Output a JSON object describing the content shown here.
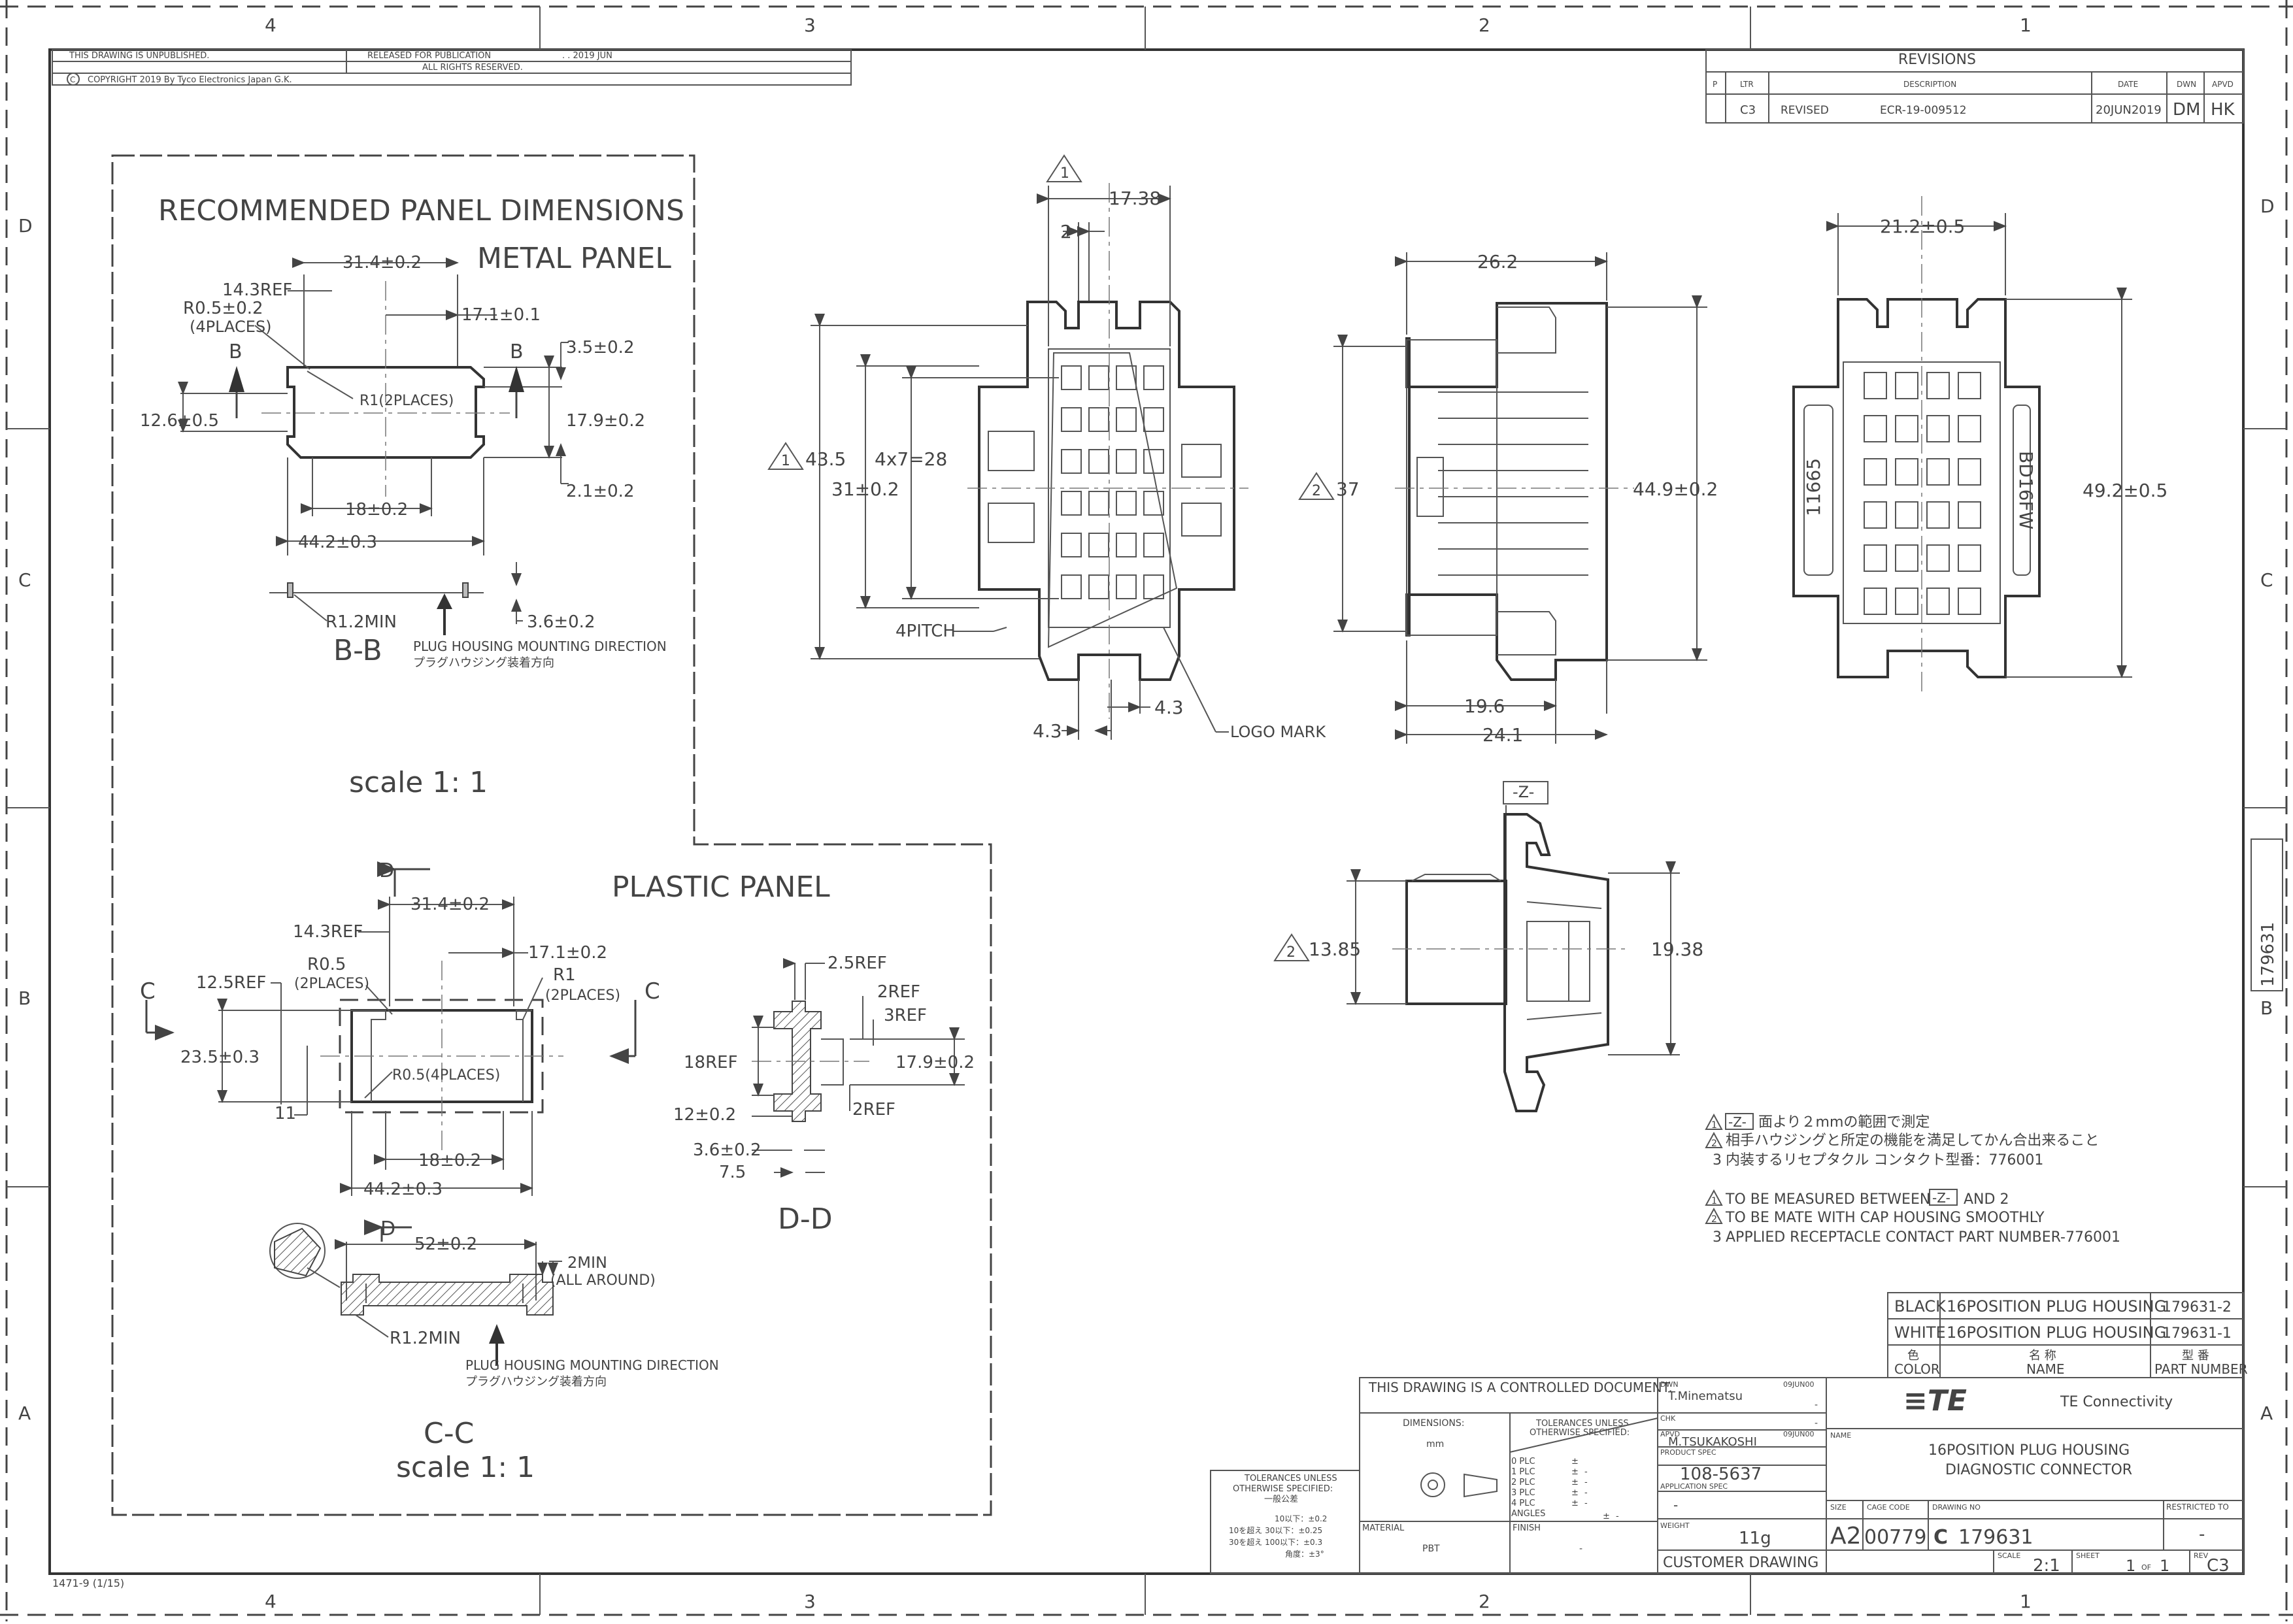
{
  "header": {
    "unpublished": "THIS DRAWING IS UNPUBLISHED.",
    "released": "RELEASED FOR PUBLICATION",
    "release_date": ".  .  2019  JUN",
    "copyright": "COPYRIGHT  2019  By Tyco Electronics Japan G.K.",
    "rights": "ALL RIGHTS RESERVED."
  },
  "zones": {
    "columns": [
      "4",
      "3",
      "2",
      "1"
    ],
    "rows": [
      "D",
      "C",
      "B",
      "A"
    ]
  },
  "revisions": {
    "title": "REVISIONS",
    "headers": [
      "P",
      "LTR",
      "DESCRIPTION",
      "DATE",
      "DWN",
      "APVD"
    ],
    "row": {
      "ltr": "C3",
      "desc1": "REVISED",
      "desc2": "ECR-19-009512",
      "date": "20JUN2019",
      "dwn": "DM",
      "apvd": "HK"
    }
  },
  "panel": {
    "title": "RECOMMENDED PANEL DIMENSIONS",
    "metal": "METAL PANEL",
    "plastic": "PLASTIC PANEL",
    "metal_dims": {
      "d_31_4": "31.4±0.2",
      "d_14_3": "14.3REF",
      "d_r05": "R0.5±0.2",
      "d_4places": "(4PLACES)",
      "d_17_1": "17.1±0.1",
      "d_3_5": "3.5±0.2",
      "d_r1": "R1(2PLACES)",
      "d_12_6": "12.6±0.5",
      "d_17_9": "17.9±0.2",
      "d_2_1": "2.1±0.2",
      "d_18": "18±0.2",
      "d_44_2": "44.2±0.3",
      "sec_b": "B",
      "d_r12": "R1.2MIN",
      "d_3_6": "3.6±0.2",
      "dir_en": "PLUG HOUSING MOUNTING DIRECTION",
      "dir_jp": "プラグハウジング装着方向",
      "section": "B-B",
      "scale": "scale 1: 1"
    },
    "plastic_dims": {
      "sec_d": "D",
      "d_31_4": "31.4±0.2",
      "d_14_3": "14.3REF",
      "d_17_1": "17.1±0.2",
      "d_12_5": "12.5REF",
      "d_r05": "R0.5",
      "d_2places": "(2PLACES)",
      "d_r1": "R1",
      "d_r1_2places": "(2PLACES)",
      "sec_c": "C",
      "d_23_5": "23.5±0.3",
      "d_r05_4": "R0.5(4PLACES)",
      "d_11": "11",
      "d_18": "18±0.2",
      "d_44_2": "44.2±0.3",
      "d_52": "52±0.2",
      "d_2min": "2MIN",
      "d_all_around": "(ALL AROUND)",
      "d_r12": "R1.2MIN",
      "dir_en": "PLUG HOUSING MOUNTING DIRECTION",
      "dir_jp": "プラグハウジング装着方向",
      "section": "C-C",
      "scale": "scale 1: 1"
    },
    "dd_dims": {
      "d_2_5": "2.5REF",
      "d_2": "2REF",
      "d_3": "3REF",
      "d_18": "18REF",
      "d_17_9": "17.9±0.2",
      "d_12": "12±0.2",
      "d_2b": "2REF",
      "d_3_6": "3.6±0.2",
      "d_7_5": "7.5",
      "section": "D-D"
    }
  },
  "front_view": {
    "flag": "1",
    "d_17_38": "17.38",
    "d_2": "2",
    "d_43_5": "43.5",
    "d_4x7": "4x7=28",
    "d_31": "31±0.2",
    "d_4pitch": "4PITCH",
    "d_4_3a": "4.3",
    "d_4_3b": "4.3",
    "logo": "LOGO MARK"
  },
  "side_view": {
    "d_26_2": "26.2",
    "flag": "2",
    "d_37": "37",
    "d_44_9": "44.9±0.2",
    "d_19_6": "19.6",
    "d_24_1": "24.1"
  },
  "rear_view": {
    "d_21_2": "21.2±0.5",
    "d_49_2": "49.2±0.5",
    "mark_left": "11665",
    "mark_right": "BD16FW"
  },
  "lower_view": {
    "datum": "-Z-",
    "flag": "2",
    "d_13_85": "13.85",
    "d_19_38": "19.38"
  },
  "notes": {
    "jp": [
      {
        "n": "1",
        "pre": "",
        "z": "-Z-",
        "text": "面より２mmの範囲で測定"
      },
      {
        "n": "2",
        "text": "相手ハウジングと所定の機能を満足してかん合出来ること"
      },
      {
        "n": "3",
        "text": "内装するリセプタクル コンタクト型番：776001"
      }
    ],
    "en": [
      {
        "n": "1",
        "pre": "TO BE MEASURED BETWEEN",
        "z": "-Z-",
        "post": "AND 2"
      },
      {
        "n": "2",
        "text": "TO BE MATE WITH CAP HOUSING SMOOTHLY"
      },
      {
        "n": "3",
        "text": "APPLIED RECEPTACLE CONTACT PART NUMBER-776001"
      }
    ]
  },
  "parts_table": {
    "rows": [
      {
        "color": "BLACK",
        "name": "16POSITION PLUG HOUSING",
        "pn": "179631-2"
      },
      {
        "color": "WHITE",
        "name": "16POSITION PLUG HOUSING",
        "pn": "179631-1"
      }
    ],
    "hdr_color_jp": "色",
    "hdr_color": "COLOR",
    "hdr_name_jp": "名 称",
    "hdr_name": "NAME",
    "hdr_pn_jp": "型 番",
    "hdr_pn": "PART NUMBER"
  },
  "title_block": {
    "controlled": "THIS DRAWING IS A CONTROLLED DOCUMENT.",
    "dimensions": "DIMENSIONS:",
    "units": "mm",
    "tol_title1": "TOLERANCES UNLESS",
    "tol_title2": "OTHERWISE SPECIFIED:",
    "plc": [
      "0 PLC",
      "1 PLC",
      "2 PLC",
      "3 PLC",
      "4 PLC",
      "ANGLES"
    ],
    "pm": "±",
    "dash": "-",
    "material_label": "MATERIAL",
    "material": "PBT",
    "finish_label": "FINISH",
    "finish": "-",
    "dwn_label": "DWN",
    "dwn": "T.Minematsu",
    "dwn_date": "09JUN00",
    "chk_label": "CHK",
    "chk": "-",
    "apvd_label": "APVD",
    "apvd": "M.TSUKAKOSHI",
    "apvd_date": "09JUN00",
    "product_spec_label": "PRODUCT SPEC",
    "product_spec": "108-5637",
    "app_spec_label": "APPLICATION SPEC",
    "app_spec": "-",
    "weight_label": "WEIGHT",
    "weight": "11g",
    "customer": "CUSTOMER DRAWING",
    "company_logo": "≡TE",
    "company": "TE Connectivity",
    "name_label": "NAME",
    "name1": "16POSITION PLUG HOUSING",
    "name2": "DIAGNOSTIC CONNECTOR",
    "size_label": "SIZE",
    "size": "A2",
    "cage_label": "CAGE CODE",
    "cage": "00779",
    "dwg_label": "DRAWING NO",
    "dwg": "179631",
    "restricted_label": "RESTRICTED TO",
    "restricted": "-",
    "scale_label": "SCALE",
    "scale": "2:1",
    "sheet_label": "SHEET",
    "sheet": "1",
    "of": "OF",
    "sheet_total": "1",
    "rev_label": "REV",
    "rev": "C3"
  },
  "general_tol": {
    "t1": "TOLERANCES UNLESS",
    "t2": "OTHERWISE SPECIFIED:",
    "t3": "一般公差",
    "r1": "10以下：±0.2",
    "r2a": "10を超え  30以下：±0.25",
    "r3a": "30を超え 100以下：±0.3",
    "r4": "角度：±3°"
  },
  "side_strip": "179631",
  "form_number": "1471-9 (1/15)"
}
